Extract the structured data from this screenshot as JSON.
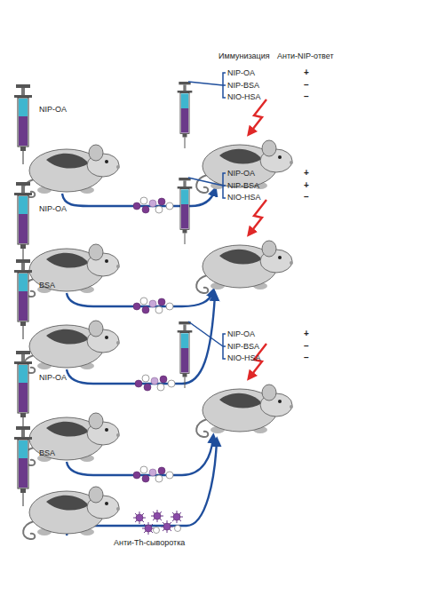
{
  "diagram": {
    "labels": [
      "Иммунизация",
      "Анти-NIP-ответ",
      "NIP-OA",
      "NIP-OA",
      "NIP-BSA",
      "NIO-HSA",
      "+",
      "–",
      "–",
      "NIP-OA",
      "NIP-BSA",
      "NIO-HSA",
      "+",
      "+",
      "–",
      "NIP-OA",
      "BSA",
      "NIP-OA",
      "NIP-BSA",
      "NIO-HSA",
      "+",
      "–",
      "–",
      "NIP-OA",
      "BSA",
      "Анти-Th-сыворотка"
    ]
  }
}
